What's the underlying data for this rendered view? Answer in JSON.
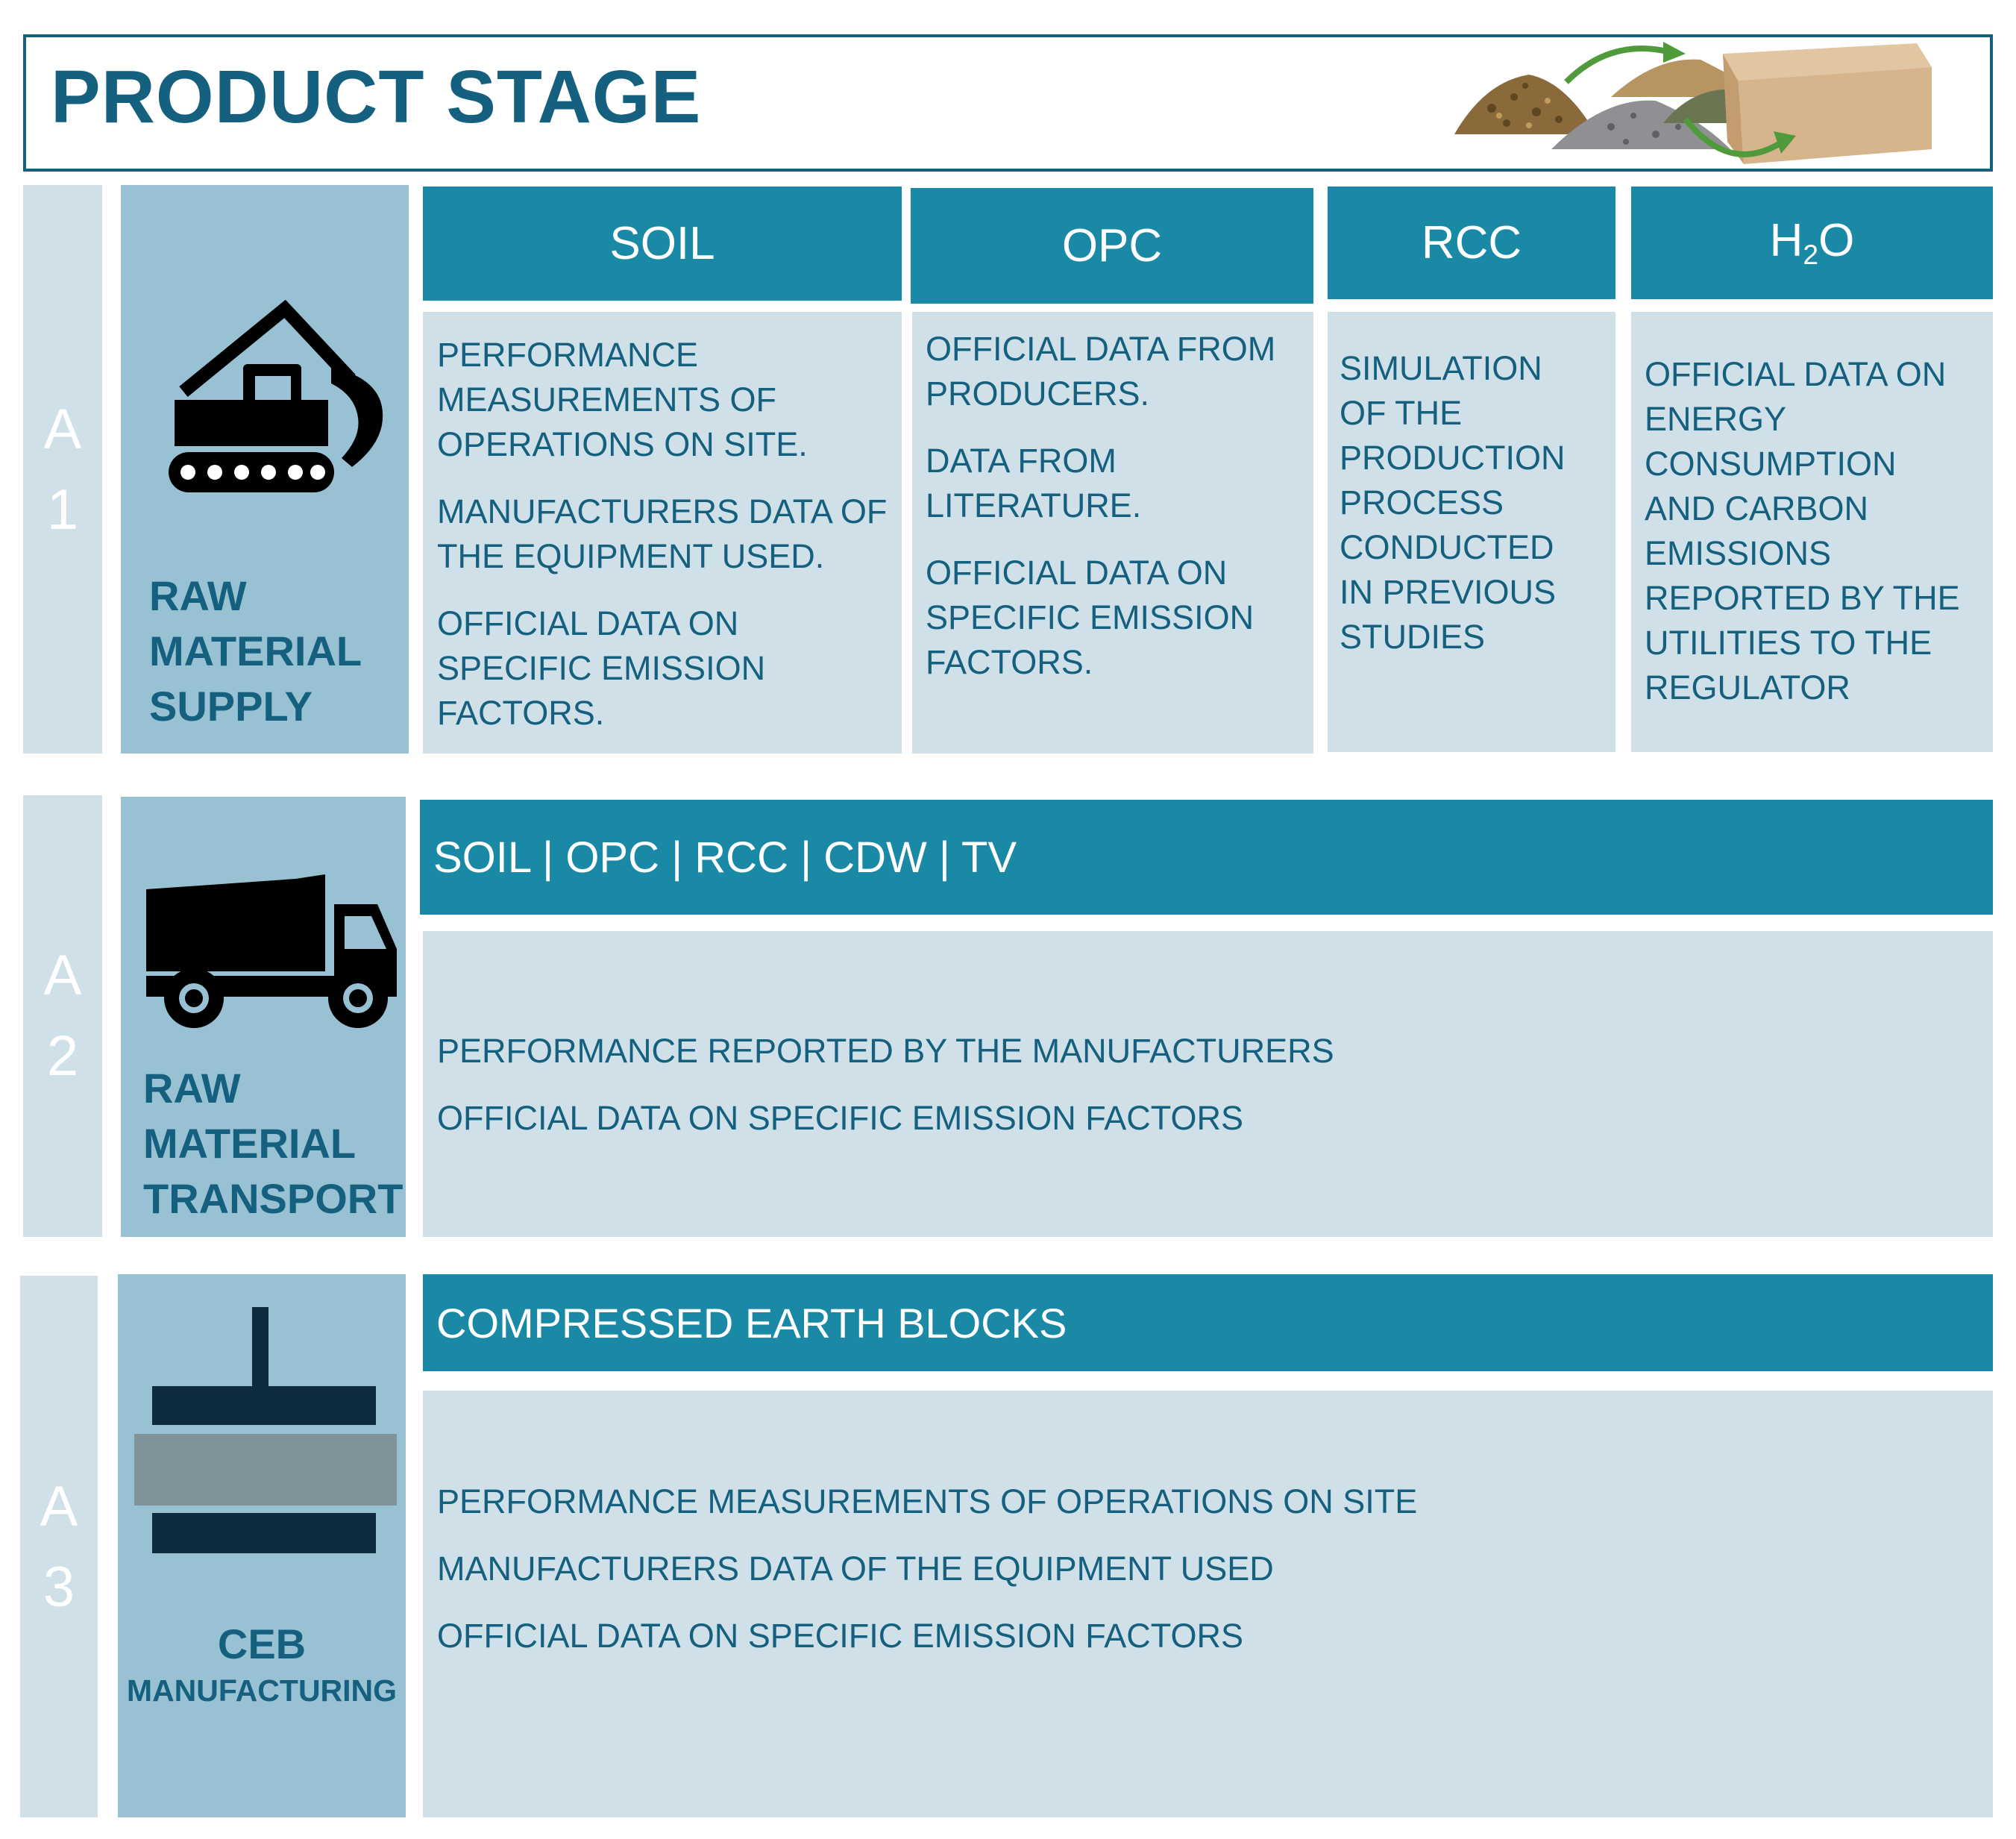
{
  "title": "PRODUCT STAGE",
  "colors": {
    "primary": "#15607f",
    "header": "#1a89a6",
    "panel": "#98c2d3",
    "light": "#cfe0e8"
  },
  "stages": [
    {
      "code": [
        "A",
        "1"
      ],
      "icon": "excavator-icon",
      "label_lines": [
        "RAW",
        "MATERIAL",
        "SUPPLY"
      ],
      "columns": [
        {
          "header": "SOIL",
          "paragraphs": [
            [
              "PERFORMANCE",
              "MEASUREMENTS OF",
              "OPERATIONS ON SITE."
            ],
            [
              "MANUFACTURERS DATA OF",
              "THE EQUIPMENT USED."
            ],
            [
              "OFFICIAL DATA ON",
              "SPECIFIC EMISSION",
              "FACTORS."
            ]
          ]
        },
        {
          "header": "OPC",
          "paragraphs": [
            [
              "OFFICIAL DATA FROM",
              "PRODUCERS."
            ],
            [
              "DATA FROM",
              "LITERATURE."
            ],
            [
              "OFFICIAL DATA ON",
              "SPECIFIC EMISSION",
              "FACTORS."
            ]
          ]
        },
        {
          "header": "RCC",
          "paragraphs": [
            [
              "SIMULATION",
              "OF THE",
              "PRODUCTION",
              "PROCESS",
              "CONDUCTED",
              "IN PREVIOUS",
              "STUDIES"
            ]
          ]
        },
        {
          "header_main": "H",
          "header_sub": "2",
          "header_tail": "O",
          "paragraphs": [
            [
              "OFFICIAL DATA ON",
              "ENERGY",
              "CONSUMPTION",
              "AND CARBON",
              "EMISSIONS",
              "REPORTED BY THE",
              "UTILITIES TO THE",
              "REGULATOR"
            ]
          ]
        }
      ]
    },
    {
      "code": [
        "A",
        "2"
      ],
      "icon": "dump-truck-icon",
      "label_lines": [
        "RAW",
        "MATERIAL",
        "TRANSPORT"
      ],
      "header": "SOIL | OPC | RCC | CDW | TV",
      "lines": [
        "PERFORMANCE REPORTED BY THE MANUFACTURERS",
        "OFFICIAL DATA ON SPECIFIC EMISSION FACTORS"
      ]
    },
    {
      "code": [
        "A",
        "3"
      ],
      "icon": "block-press-icon",
      "label_lines": [
        "CEB",
        "MANUFACTURING"
      ],
      "header": "COMPRESSED EARTH BLOCKS",
      "lines": [
        "PERFORMANCE MEASUREMENTS OF OPERATIONS ON SITE",
        "MANUFACTURERS DATA OF THE EQUIPMENT USED",
        "OFFICIAL DATA ON SPECIFIC EMISSION FACTORS"
      ]
    }
  ]
}
